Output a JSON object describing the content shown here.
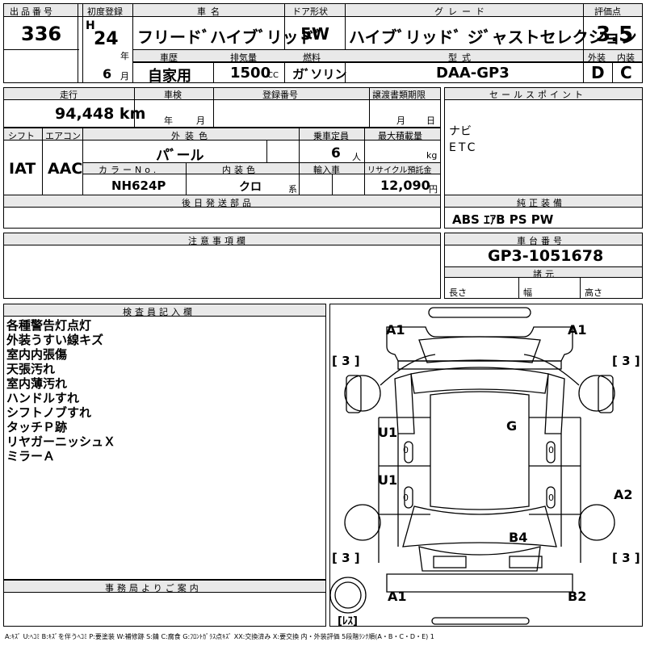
{
  "header": {
    "lot_label": "出品番号",
    "lot_value": "336",
    "first_reg_label": "初度登録",
    "era": "H",
    "year": "24",
    "year_unit": "年",
    "month": "6",
    "month_unit": "月",
    "car_name_label": "車名",
    "car_name": "フリードﾞハイブﾞリッドﾞ",
    "door_label": "ドア形状",
    "door": "5W",
    "grade_label": "グレード",
    "grade": "ハイブﾞリッドﾞ ジﾞャストセレクション",
    "score_label": "評価点",
    "score": "3.5",
    "history_label": "車歴",
    "history": "自家用",
    "displacement_label": "排気量",
    "displacement": "1500",
    "displacement_unit": "CC",
    "fuel_label": "燃料",
    "fuel": "ガﾞソリン",
    "model_label": "型式",
    "model": "DAA-GP3",
    "exterior_label": "外装",
    "exterior": "D",
    "interior_label": "内装",
    "interior": "C"
  },
  "row2": {
    "mileage_label": "走行",
    "mileage": "94,448 km",
    "inspection_label": "車検",
    "inspection_year_unit": "年",
    "inspection_month_unit": "月",
    "reg_no_label": "登録番号",
    "transfer_label": "譲渡書類期限",
    "transfer_month_unit": "月",
    "transfer_day_unit": "日",
    "sales_label": "セールスポイント",
    "sales_points": [
      "ナビ",
      "ETC"
    ]
  },
  "row3": {
    "shift_label": "シフト",
    "shift": "IAT",
    "ac_label": "エアコン",
    "ac": "AAC",
    "color_label": "外装色",
    "color": "パﾞール",
    "capacity_label": "乗車定員",
    "capacity": "6",
    "capacity_unit": "人",
    "load_label": "最大積載量",
    "load_unit": "kg",
    "color_no_label": "カラーNo.",
    "color_no": "NH624P",
    "int_color_label": "内装色",
    "int_color": "クロ",
    "int_color_unit": "系",
    "import_label": "輸入車",
    "recycle_label": "リサイクル預託金",
    "recycle": "12,090",
    "recycle_unit": "円",
    "later_label": "後日発送部品",
    "equip_label": "純正装備",
    "equip": "ABS ｴｱB PS PW"
  },
  "row4": {
    "caution_label": "注意事項欄",
    "chassis_label": "車台番号",
    "chassis": "GP3-1051678",
    "dims_label": "諸元",
    "length_label": "長さ",
    "width_label": "幅",
    "height_label": "高さ"
  },
  "inspector": {
    "label": "検査員記入欄",
    "notes": [
      "各種警告灯点灯",
      "外装うすい線キズ",
      "室内内張傷",
      "天張汚れ",
      "室内薄汚れ",
      "ハンドルすれ",
      "シフトノブすれ",
      "タッチＰ跡",
      "リヤガーニッシュＸ",
      "ミラーＡ"
    ]
  },
  "office": {
    "label": "事務局よりご案内"
  },
  "diagram": {
    "marks": [
      "A1",
      "A1",
      "G",
      "U1",
      "U1",
      "A2",
      "B4",
      "A1",
      "B2"
    ],
    "tire_marks": [
      "[ 3 ]",
      "[ 3 ]",
      "[ 3 ]",
      "[ 3 ]"
    ],
    "spare_label": "[ﾚｽ]",
    "zero": "0"
  },
  "legend": "A:ｷｽﾞ U:ﾍｺﾐ B:ｷｽﾞを伴うﾍｺﾐ P:要塗装 W:補修跡 S:錆 C:腐食 G:ﾌﾛﾝﾄｶﾞﾗｽ点ｷｽﾞ XX:交換済み X:要交換 内・外装評価 5段階ﾗﾝｸ順(A・B・C・D・E) 1"
}
